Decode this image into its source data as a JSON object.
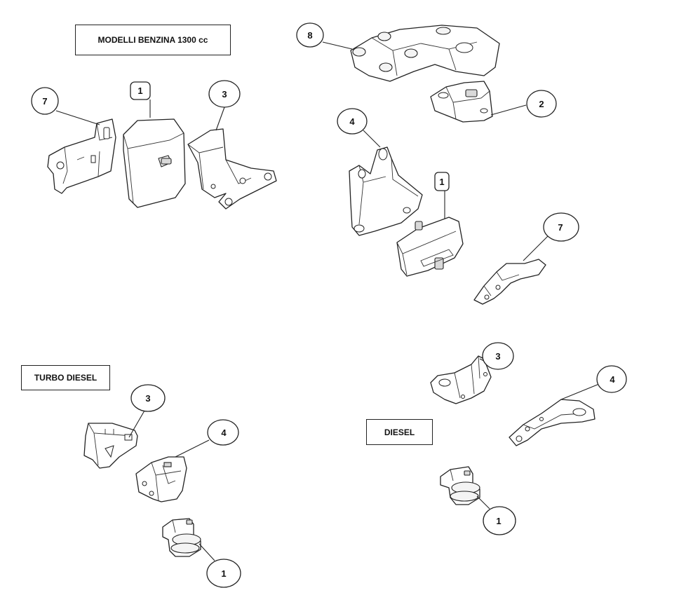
{
  "sections": {
    "benzina": {
      "title": "MODELLI BENZINA 1300 cc"
    },
    "turbo_diesel": {
      "title": "TURBO DIESEL"
    },
    "diesel": {
      "title": "DIESEL"
    }
  },
  "callouts": {
    "benzina_left_7": "7",
    "benzina_left_1": "1",
    "benzina_left_3": "3",
    "benzina_right_8": "8",
    "benzina_right_2": "2",
    "benzina_right_4": "4",
    "benzina_right_1": "1",
    "benzina_right_7": "7",
    "turbo_3": "3",
    "turbo_4": "4",
    "turbo_1": "1",
    "diesel_3": "3",
    "diesel_4": "4",
    "diesel_1": "1"
  }
}
